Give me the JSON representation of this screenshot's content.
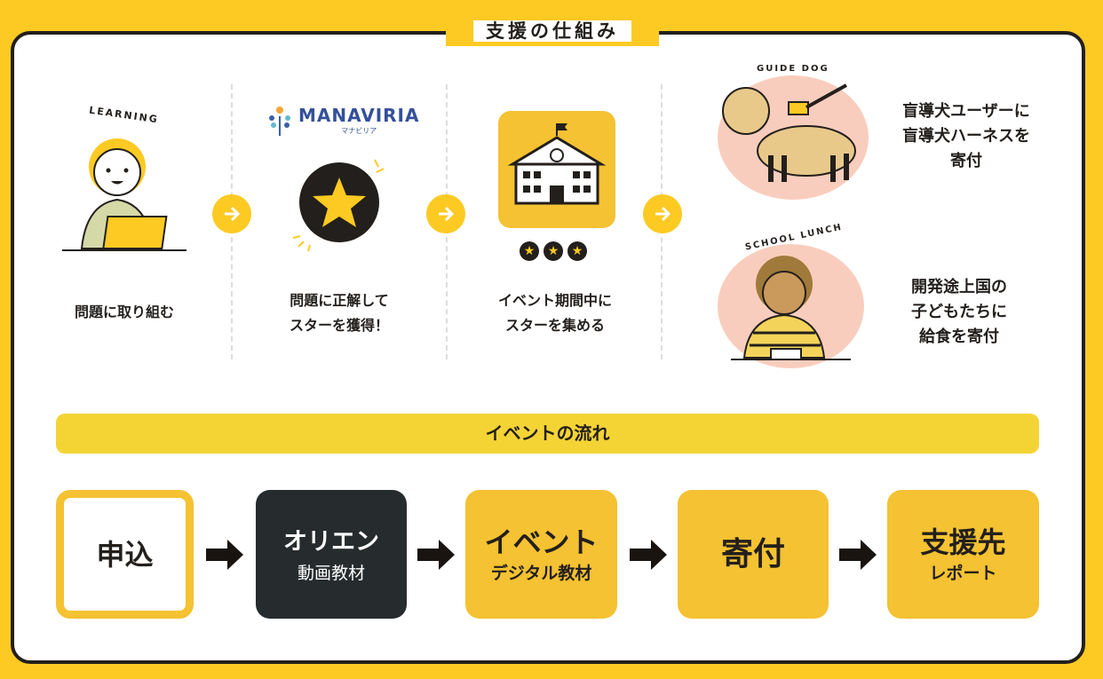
{
  "title": "支援の仕組み",
  "steps": [
    {
      "badge": "LEARNING",
      "caption": [
        "問題に取り組む"
      ]
    },
    {
      "logo": "MANAVIRIA",
      "logo_sub": "マナビリア",
      "caption": [
        "問題に正解して",
        "スターを獲得！"
      ]
    },
    {
      "caption": [
        "イベント期間中に",
        "スターを集める"
      ],
      "stars": "★★★"
    }
  ],
  "outcomes": [
    {
      "badge": "GUIDE DOG",
      "text": [
        "盲導犬ユーザーに",
        "盲導犬ハーネスを",
        "寄付"
      ]
    },
    {
      "badge": "SCHOOL LUNCH",
      "text": [
        "開発途上国の",
        "子どもたちに",
        "給食を寄付"
      ]
    }
  ],
  "flow": {
    "title": "イベントの流れ",
    "steps": [
      {
        "main": "申込",
        "sub": ""
      },
      {
        "main": "オリエン",
        "sub": "動画教材"
      },
      {
        "main": "イベント",
        "sub": "デジタル教材"
      },
      {
        "main": "寄付",
        "sub": ""
      },
      {
        "main": "支援先",
        "sub": "レポート"
      }
    ]
  },
  "colors": {
    "yellow": "#fcca23",
    "dark": "#262c2e",
    "peach": "#f9cdbd"
  }
}
